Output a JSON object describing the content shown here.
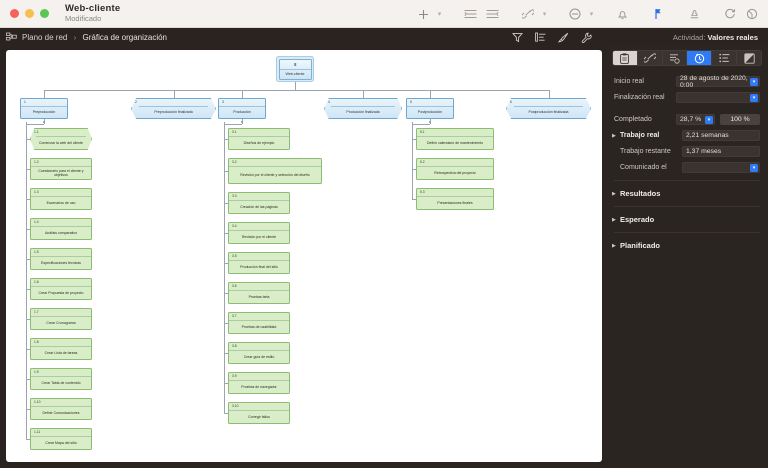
{
  "titlebar": {
    "document_name": "Web-cliente",
    "document_status": "Modificado",
    "tools": [
      {
        "name": "add-icon",
        "glyph": "+"
      },
      {
        "name": "chevron-down-icon",
        "glyph": "⌄"
      },
      {
        "name": "indent-increase-icon",
        "glyph": "≡"
      },
      {
        "name": "indent-decrease-icon",
        "glyph": "≡"
      },
      {
        "name": "link-icon",
        "glyph": "🔗"
      },
      {
        "name": "chevron-down-icon-2",
        "glyph": "⌄"
      },
      {
        "name": "percent-complete-icon",
        "glyph": "⊖"
      },
      {
        "name": "chevron-down-icon-3",
        "glyph": "⌄"
      },
      {
        "name": "bell-icon",
        "glyph": "🔔"
      },
      {
        "name": "flag-icon",
        "glyph": "⚑"
      },
      {
        "name": "resource-icon",
        "glyph": "♟"
      },
      {
        "name": "refresh-icon",
        "glyph": "↻"
      },
      {
        "name": "baseline-icon",
        "glyph": "◔"
      },
      {
        "name": "cut-icon",
        "glyph": "✂"
      },
      {
        "name": "panel-bottom-icon",
        "glyph": "▭"
      },
      {
        "name": "panel-right-icon",
        "glyph": "▣"
      }
    ]
  },
  "breadcrumb": {
    "icon": "network-plan-icon",
    "root": "Plano de red",
    "separator": "›",
    "current": "Gráfica de organización",
    "tools": [
      {
        "name": "filter-icon"
      },
      {
        "name": "outline-icon"
      },
      {
        "name": "highlight-icon"
      },
      {
        "name": "wrench-icon"
      }
    ],
    "activity_label": "Actividad:",
    "activity_value": "Valores reales"
  },
  "inspector": {
    "tabs": [
      {
        "name": "tab-task-info",
        "icon": "clipboard-icon",
        "state": "light"
      },
      {
        "name": "tab-links",
        "icon": "link-icon",
        "state": "normal"
      },
      {
        "name": "tab-schedule",
        "icon": "schedule-icon",
        "state": "normal"
      },
      {
        "name": "tab-actuals",
        "icon": "clock-icon",
        "state": "active"
      },
      {
        "name": "tab-list",
        "icon": "list-icon",
        "state": "normal"
      },
      {
        "name": "tab-appearance",
        "icon": "contrast-icon",
        "state": "normal"
      }
    ],
    "fields": [
      {
        "label": "Inicio real",
        "value": "28 de agosto de 2020, 0:00",
        "stepper": true,
        "bold": false
      },
      {
        "label": "Finalización real",
        "value": "",
        "stepper": true,
        "bold": false
      }
    ],
    "completed": {
      "label": "Completado",
      "value": "28,7 %",
      "pill": "100 %"
    },
    "work_rows": [
      {
        "label": "Trabajo real",
        "value": "2,21 semanas",
        "triangle": true,
        "bold": true
      },
      {
        "label": "Trabajo restante",
        "value": "1,37 meses",
        "triangle": false,
        "bold": false
      },
      {
        "label": "Comunicado el",
        "value": "",
        "triangle": false,
        "bold": false,
        "stepper": true
      }
    ],
    "sections": [
      {
        "label": "Resultados"
      },
      {
        "label": "Esperado"
      },
      {
        "label": "Planificado"
      }
    ]
  },
  "chart_data": {
    "type": "diagram",
    "title": "Gráfica de organización",
    "root": {
      "num": "0",
      "label": "Web-cliente",
      "shape": "master"
    },
    "phases": [
      {
        "num": "1",
        "label": "Preproducción",
        "shape": "rect"
      },
      {
        "num": "2",
        "label": "Preproducción finalizada",
        "shape": "hex"
      },
      {
        "num": "3",
        "label": "Producción",
        "shape": "rect"
      },
      {
        "num": "4",
        "label": "Producción finalizada",
        "shape": "hex"
      },
      {
        "num": "5",
        "label": "Postproducción",
        "shape": "rect"
      },
      {
        "num": "6",
        "label": "Postproducción finalizada",
        "shape": "hex"
      }
    ],
    "tasks_col1": [
      {
        "num": "1.1",
        "label": "Comenzar la web del cliente",
        "shape": "hex"
      },
      {
        "num": "1.2",
        "label": "Cuestionario para el cliente y objetivos",
        "shape": "rect"
      },
      {
        "num": "1.3",
        "label": "Escenarios de uso",
        "shape": "rect"
      },
      {
        "num": "1.4",
        "label": "Análisis comparativo",
        "shape": "rect"
      },
      {
        "num": "1.5",
        "label": "Especificaciones técnicas",
        "shape": "rect"
      },
      {
        "num": "1.6",
        "label": "Crear Propuesta de proyecto",
        "shape": "rect"
      },
      {
        "num": "1.7",
        "label": "Crear Cronograma",
        "shape": "rect"
      },
      {
        "num": "1.8",
        "label": "Crear Lista de tareas",
        "shape": "rect"
      },
      {
        "num": "1.9",
        "label": "Crear Tabla de contenido",
        "shape": "rect"
      },
      {
        "num": "1.10",
        "label": "Definir Comunicaciones",
        "shape": "rect"
      },
      {
        "num": "1.11",
        "label": "Crear Mapa del sitio",
        "shape": "rect"
      }
    ],
    "tasks_col3": [
      {
        "num": "3.1",
        "label": "Diseños de ejemplo",
        "shape": "rect"
      },
      {
        "num": "3.2",
        "label": "Revisión por el cliente y selección del diseño",
        "shape": "rect"
      },
      {
        "num": "3.3",
        "label": "Creación de las páginas",
        "shape": "rect"
      },
      {
        "num": "3.4",
        "label": "Revisión por el cliente",
        "shape": "rect"
      },
      {
        "num": "3.5",
        "label": "Producción final del sitio",
        "shape": "rect"
      },
      {
        "num": "3.6",
        "label": "Pruebas beta",
        "shape": "rect"
      },
      {
        "num": "3.7",
        "label": "Pruebas de usabilidad",
        "shape": "rect"
      },
      {
        "num": "3.8",
        "label": "Crear guía de estilo",
        "shape": "rect"
      },
      {
        "num": "3.9",
        "label": "Pruebas de navegador",
        "shape": "rect"
      },
      {
        "num": "3.10",
        "label": "Corregir fallos",
        "shape": "rect"
      }
    ],
    "tasks_col5": [
      {
        "num": "5.1",
        "label": "Definir calendario de mantenimiento",
        "shape": "rect"
      },
      {
        "num": "5.2",
        "label": "Retrospectiva del proyecto",
        "shape": "rect"
      },
      {
        "num": "5.3",
        "label": "Presentaciones finales",
        "shape": "rect"
      }
    ]
  }
}
